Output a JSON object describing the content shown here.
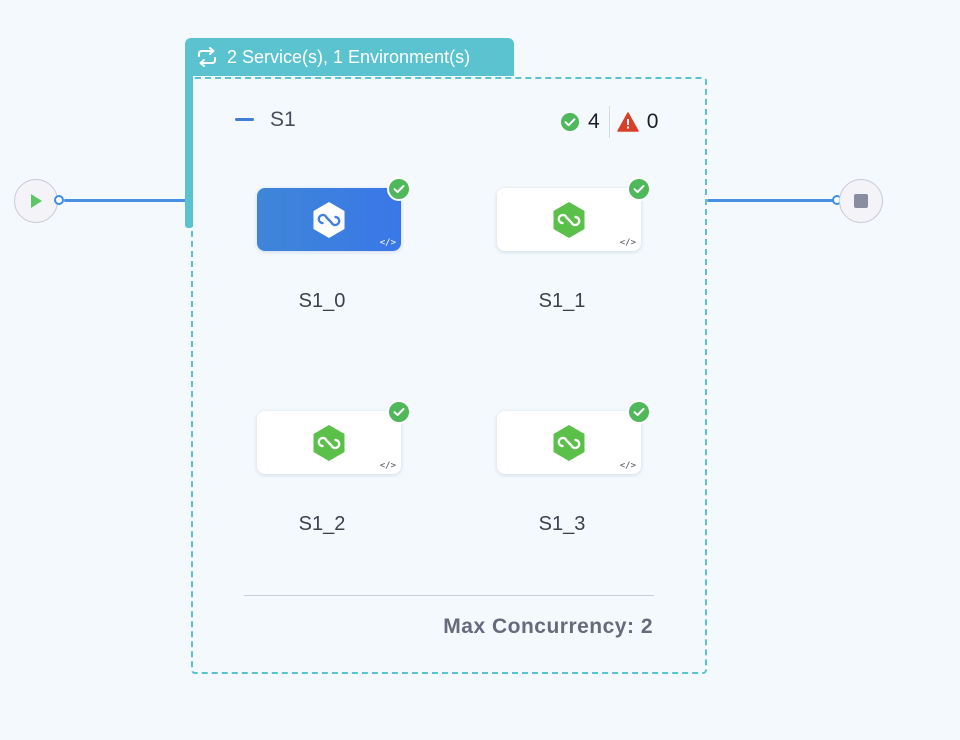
{
  "group": {
    "header": "2 Service(s), 1 Environment(s)",
    "icon": "loop-arrows-icon",
    "accent": "#5bc3cf"
  },
  "stage": {
    "name": "S1",
    "success_count": "4",
    "warning_count": "0"
  },
  "steps": [
    {
      "label": "S1_0",
      "status": "success",
      "selected": true
    },
    {
      "label": "S1_1",
      "status": "success",
      "selected": false
    },
    {
      "label": "S1_2",
      "status": "success",
      "selected": false
    },
    {
      "label": "S1_3",
      "status": "success",
      "selected": false
    }
  ],
  "footer": {
    "max_concurrency": "Max Concurrency: 2"
  },
  "colors": {
    "success": "#4fb85a",
    "warning": "#d9402b",
    "link": "#4a90e2",
    "selected_card": "#3977e8"
  }
}
